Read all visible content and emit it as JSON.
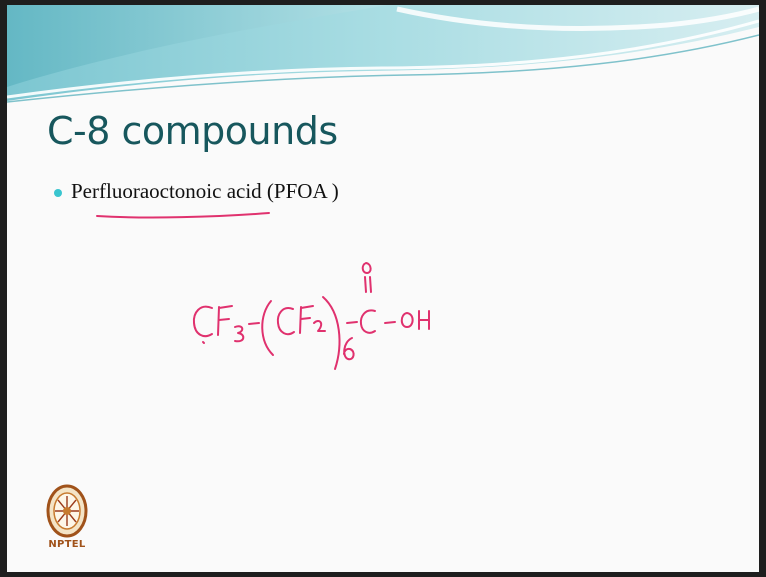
{
  "slide": {
    "title": "C-8 compounds",
    "bullets": [
      {
        "text": "Perfluoraoctonoic acid (PFOA )"
      }
    ]
  },
  "handwriting": {
    "ink_color": "#e0316e",
    "formula_text": "CF3-(CF2)6-C(=O)-OH"
  },
  "logo": {
    "text": "NPTEL"
  },
  "colors": {
    "title": "#17575d",
    "bullet": "#39c5cf",
    "header_wave": "#8fd0d9",
    "ink": "#e0316e"
  }
}
